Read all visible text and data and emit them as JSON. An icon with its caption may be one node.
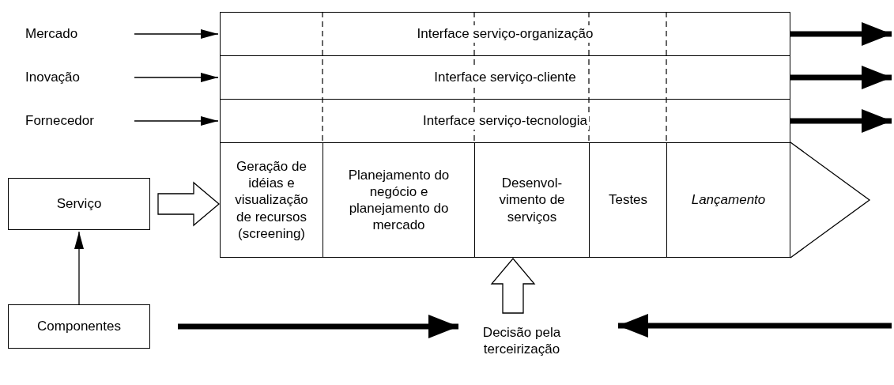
{
  "diagram": {
    "nodes": [
      {
        "text": [
          "Mercado"
        ]
      },
      {
        "text": [
          "Inovação"
        ]
      },
      {
        "text": [
          "Fornecedor"
        ]
      },
      {
        "text": [
          "Interface serviço-organização"
        ]
      },
      {
        "text": [
          "Interface serviço-cliente"
        ]
      },
      {
        "text": [
          "Interface serviço-tecnologia"
        ]
      },
      {
        "text": [
          "Geração de idéias e visualização de recursos (screening)"
        ]
      },
      {
        "text": [
          "Planejamento do negócio e planejamento do mercado"
        ]
      },
      {
        "text": [
          "Desenvol- vimento de serviços"
        ]
      },
      {
        "text": [
          "Testes"
        ]
      },
      {
        "text": [
          "Lançamento"
        ]
      },
      {
        "text": [
          "Serviço"
        ]
      },
      {
        "text": [
          "Componentes"
        ]
      },
      {
        "text": [
          "Decisão pela terceirização"
        ]
      }
    ],
    "edges": [
      {
        "from": 0,
        "to": 3,
        "arrow": "to"
      },
      {
        "from": 1,
        "to": 4,
        "arrow": "to"
      },
      {
        "from": 2,
        "to": 5,
        "arrow": "to"
      },
      {
        "from": 3,
        "to": null,
        "arrow": "to",
        "style": "thick"
      },
      {
        "from": 4,
        "to": null,
        "arrow": "to",
        "style": "thick"
      },
      {
        "from": 5,
        "to": null,
        "arrow": "to",
        "style": "thick"
      },
      {
        "from": 11,
        "to": 6,
        "arrow": "to"
      },
      {
        "from": 12,
        "to": 11,
        "arrow": "to"
      },
      {
        "from": 13,
        "to": 8,
        "arrow": "to"
      },
      {
        "from": 12,
        "to": 13,
        "arrow": "to",
        "style": "thick"
      }
    ]
  }
}
